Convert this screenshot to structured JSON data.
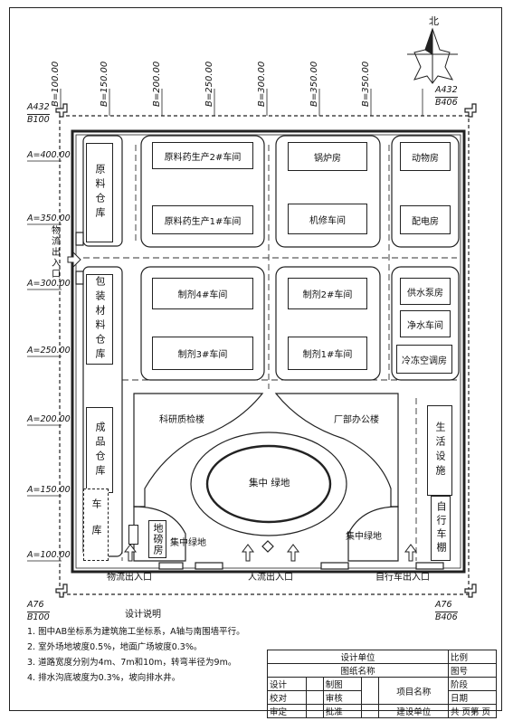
{
  "north": "北",
  "corner_top_left": {
    "a": "A432",
    "b": "B100"
  },
  "corner_top_right": {
    "a": "A432",
    "b": "B406"
  },
  "corner_bottom_left": {
    "a": "A76",
    "b": "B100"
  },
  "corner_bottom_right": {
    "a": "A76",
    "b": "B406"
  },
  "b_axis": [
    "B=100.00",
    "B=150.00",
    "B=200.00",
    "B=250.00",
    "B=300.00",
    "B=350.00"
  ],
  "a_axis": [
    "A=400.00",
    "A=350.00",
    "A=300.00",
    "A=250.00",
    "A=200.00",
    "A=150.00",
    "A=100.00"
  ],
  "buildings": {
    "raw_material_warehouse": "原料仓库",
    "api_2": "原料药生产2#车间",
    "api_1": "原料药生产1#车间",
    "boiler": "锅炉房",
    "repair": "机修车间",
    "animal": "动物房",
    "power": "配电房",
    "packaging_warehouse": "包装材料仓库",
    "prep_4": "制剂4#车间",
    "prep_3": "制剂3#车间",
    "prep_2": "制剂2#车间",
    "prep_1": "制剂1#车间",
    "water_supply": "供水泵房",
    "water_purify": "净水车间",
    "cooling": "冷冻空调房",
    "product_warehouse": "成品仓库",
    "research": "科研质检楼",
    "office": "厂部办公楼",
    "living": "生活设施",
    "garage": "车库",
    "weighbridge": "地磅房",
    "bike_shed": "自行车棚"
  },
  "labels": {
    "green_center": "集中  绿地",
    "green_left": "集中绿地",
    "green_right": "集中绿地",
    "logistics_side": "物流出入口",
    "logistics_bottom": "物流出入口",
    "people": "人流出入口",
    "bike": "自行车出入口"
  },
  "notes_title": "设计说明",
  "notes": [
    "1. 图中AB坐标系为建筑施工坐标系，A轴与南围墙平行。",
    "2. 室外场地坡度0.5%，地面广场坡度0.3%。",
    "3. 道路宽度分别为4m、7m和10m，转弯半径为9m。",
    "4. 排水沟底坡度为0.3%，坡向排水井。"
  ],
  "title_block": {
    "design_unit": "设计单位",
    "drawing_name": "图纸名称",
    "project_name": "项目名称",
    "build_unit": "建设单位",
    "design": "设计",
    "draw": "制图",
    "check": "校对",
    "review": "审核",
    "approve_cn": "审定",
    "authorize": "批准",
    "scale": "比例",
    "drawing_no": "图号",
    "stage": "阶段",
    "date": "日期",
    "pages": "共   页第   页"
  }
}
